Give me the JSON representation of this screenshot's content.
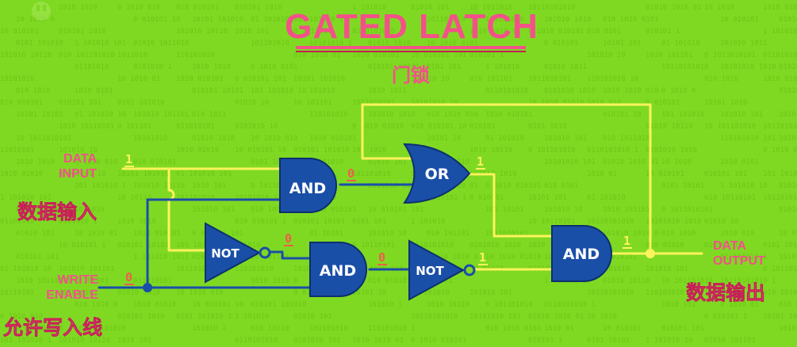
{
  "title": "GATED LATCH",
  "subtitle": "门锁",
  "binary_background": "0101010 1010 010101 101010 1011",
  "colors": {
    "background": "#7fd923",
    "wire_high": "#fff35c",
    "wire_low": "#1a4fa8",
    "gate_fill": "#1a4fa8",
    "label_pink": "#f4508a",
    "value_zero": "#f25b4c",
    "value_one": "#fff35c"
  },
  "inputs": {
    "data_input": {
      "label_line1": "DATA",
      "label_line2": "INPUT",
      "chinese": "数据输入",
      "value": "1"
    },
    "write_enable": {
      "label_line1": "WRITE",
      "label_line2": "ENABLE",
      "chinese": "允许写入线",
      "value": "0"
    }
  },
  "output": {
    "label_line1": "DATA",
    "label_line2": "OUTPUT",
    "chinese": "数据输出",
    "value": "1"
  },
  "gates": {
    "and_top": {
      "label": "AND",
      "output_value": "0"
    },
    "or": {
      "label": "OR",
      "output_value": "1"
    },
    "not_left": {
      "label": "NOT",
      "output_value": "0"
    },
    "and_middle": {
      "label": "AND",
      "output_value": "0"
    },
    "not_right": {
      "label": "NOT",
      "output_value": "1"
    },
    "and_right": {
      "label": "AND",
      "output_value": "1"
    }
  }
}
